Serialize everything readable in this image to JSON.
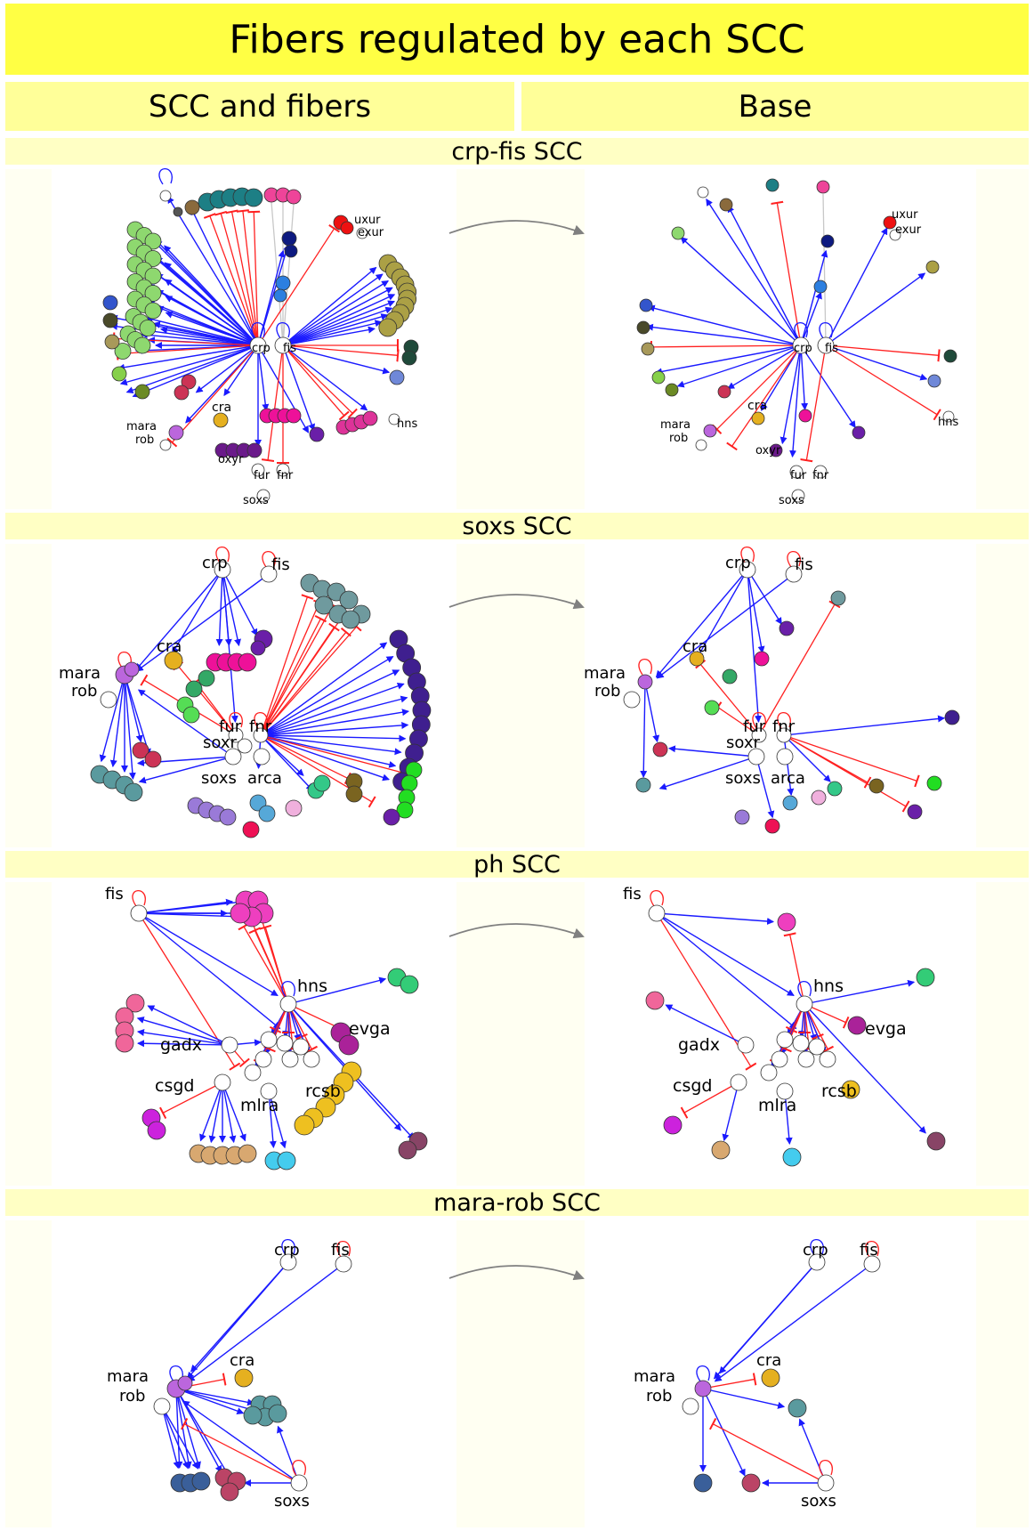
{
  "title": "Fibers regulated by each SCC",
  "columns": {
    "left": "SCC and fibers",
    "right": "Base"
  },
  "colors": {
    "activation": "#1a1aff",
    "repression": "#ff2020",
    "arrow": "#808080",
    "title_band": "#ffff44",
    "header_band": "#ffff99",
    "section_band": "#ffffc4",
    "panel_bg": "#fffff2"
  },
  "sections": [
    {
      "label": "crp-fis SCC",
      "left_labels": [
        "crp",
        "fis",
        "cra",
        "mara",
        "rob",
        "oxyr",
        "fur",
        "fnr",
        "soxs",
        "uxur",
        "exur",
        "hns"
      ],
      "right_labels": [
        "crp",
        "fis",
        "cra",
        "mara",
        "rob",
        "oxyr",
        "fur",
        "fnr",
        "soxs",
        "uxur",
        "exur",
        "hns"
      ]
    },
    {
      "label": "soxs SCC",
      "left_labels": [
        "crp",
        "fis",
        "cra",
        "mara",
        "rob",
        "fur",
        "fnr",
        "soxr",
        "soxs",
        "arca"
      ],
      "right_labels": [
        "crp",
        "fis",
        "cra",
        "mara",
        "rob",
        "fur",
        "fnr",
        "soxr",
        "soxs",
        "arca"
      ]
    },
    {
      "label": "ph SCC",
      "left_labels": [
        "fis",
        "hns",
        "evga",
        "gadx",
        "csgd",
        "mlra",
        "rcsb"
      ],
      "right_labels": [
        "fis",
        "hns",
        "evga",
        "gadx",
        "csgd",
        "mlra",
        "rcsb"
      ]
    },
    {
      "label": "mara-rob SCC",
      "left_labels": [
        "crp",
        "fis",
        "cra",
        "mara",
        "rob",
        "soxs"
      ],
      "right_labels": [
        "crp",
        "fis",
        "cra",
        "mara",
        "rob",
        "soxs"
      ]
    }
  ]
}
